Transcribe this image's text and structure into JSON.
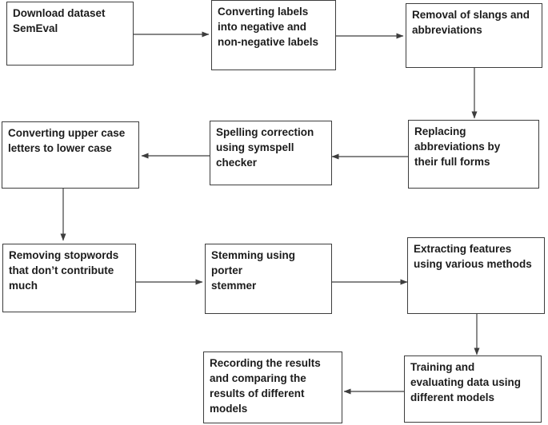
{
  "diagram": {
    "nodes": [
      {
        "id": "n1",
        "label": "Download  dataset\nSemEval"
      },
      {
        "id": "n2",
        "label": "Converting labels\ninto negative and\nnon-negative labels"
      },
      {
        "id": "n3",
        "label": "Removal of slangs and\nabbreviations"
      },
      {
        "id": "n4",
        "label": "Replacing\nabbreviations by\ntheir full forms"
      },
      {
        "id": "n5",
        "label": "Spelling correction\nusing symspell\nchecker"
      },
      {
        "id": "n6",
        "label": "Converting upper case\nletters to lower case"
      },
      {
        "id": "n7",
        "label": "Removing stopwords\nthat don’t contribute\nmuch"
      },
      {
        "id": "n8",
        "label": "Stemming using porter\nstemmer"
      },
      {
        "id": "n9",
        "label": "Extracting features\nusing various methods"
      },
      {
        "id": "n10",
        "label": "Training and\nevaluating data using\ndifferent models"
      },
      {
        "id": "n11",
        "label": "Recording the results\nand comparing the\nresults of different\nmodels"
      }
    ],
    "edges": [
      {
        "from": "n1",
        "to": "n2"
      },
      {
        "from": "n2",
        "to": "n3"
      },
      {
        "from": "n3",
        "to": "n4"
      },
      {
        "from": "n4",
        "to": "n5"
      },
      {
        "from": "n5",
        "to": "n6"
      },
      {
        "from": "n6",
        "to": "n7"
      },
      {
        "from": "n7",
        "to": "n8"
      },
      {
        "from": "n8",
        "to": "n9"
      },
      {
        "from": "n9",
        "to": "n10"
      },
      {
        "from": "n10",
        "to": "n11"
      }
    ],
    "colors": {
      "stroke": "#3d3d3d",
      "text": "#1c1c1c",
      "background": "#ffffff"
    }
  }
}
